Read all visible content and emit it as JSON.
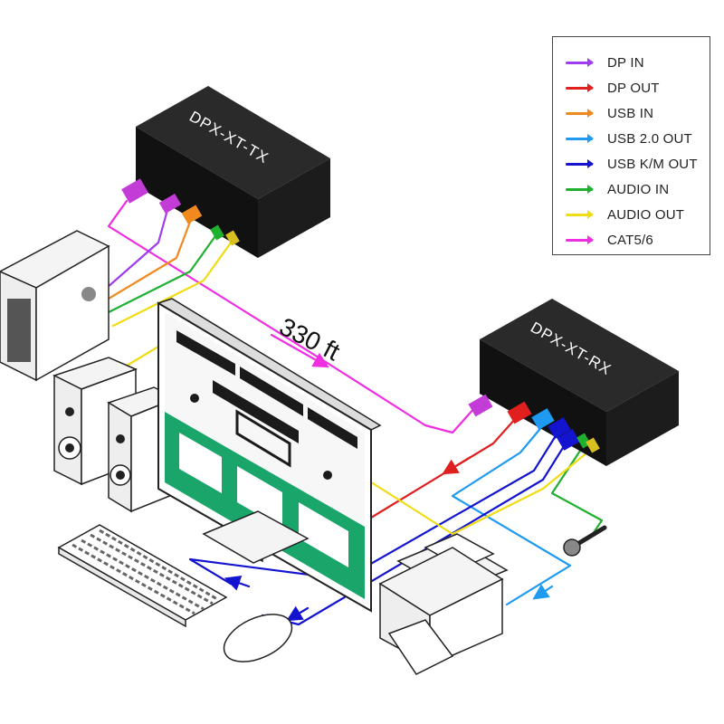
{
  "devices": {
    "transmitter": {
      "label": "DPX-XT-TX"
    },
    "receiver": {
      "label": "DPX-XT-RX"
    }
  },
  "distance": {
    "label": "330 ft"
  },
  "legend": {
    "items": [
      {
        "label": "DP IN",
        "color": "#a03cf0"
      },
      {
        "label": "DP OUT",
        "color": "#e0201e"
      },
      {
        "label": "USB IN",
        "color": "#f08a1e"
      },
      {
        "label": "USB 2.0 OUT",
        "color": "#1e9af0"
      },
      {
        "label": "USB K/M OUT",
        "color": "#1414d0"
      },
      {
        "label": "AUDIO IN",
        "color": "#20b030"
      },
      {
        "label": "AUDIO OUT",
        "color": "#f0dc14"
      },
      {
        "label": "CAT5/6",
        "color": "#ee2ee0"
      }
    ]
  },
  "colors": {
    "screen_band": "#1aa56b",
    "device_body": "#1a1a1a"
  }
}
